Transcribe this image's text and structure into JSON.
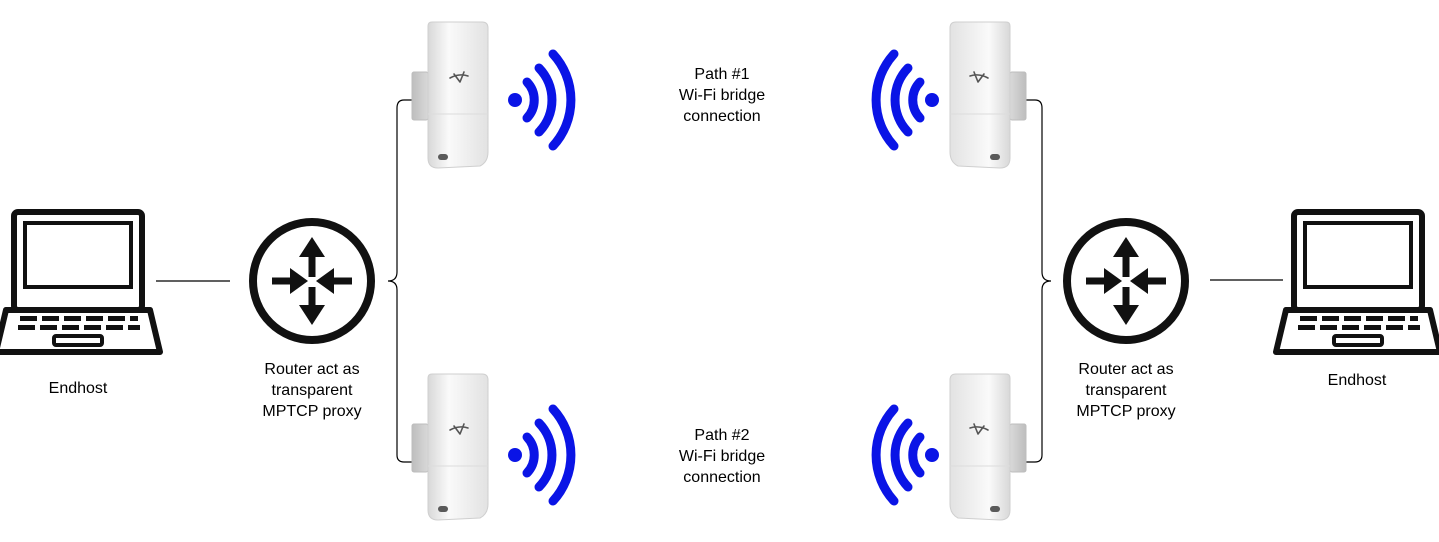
{
  "nodes": {
    "endhost_left": {
      "label": "Endhost"
    },
    "endhost_right": {
      "label": "Endhost"
    },
    "router_left": {
      "label_lines": [
        "Router act as",
        "transparent",
        "MPTCP proxy"
      ]
    },
    "router_right": {
      "label_lines": [
        "Router act as",
        "transparent",
        "MPTCP proxy"
      ]
    }
  },
  "paths": [
    {
      "label_lines": [
        "Path #1",
        "Wi-Fi bridge",
        "connection"
      ]
    },
    {
      "label_lines": [
        "Path #2",
        "Wi-Fi bridge",
        "connection"
      ]
    }
  ],
  "colors": {
    "wifi_waves": "#0a14e6",
    "lines": "#000000",
    "device_body": "#e9e9e9"
  },
  "icons": [
    "laptop-icon",
    "router-icon",
    "wifi-antenna-icon",
    "wifi-signal-icon"
  ]
}
